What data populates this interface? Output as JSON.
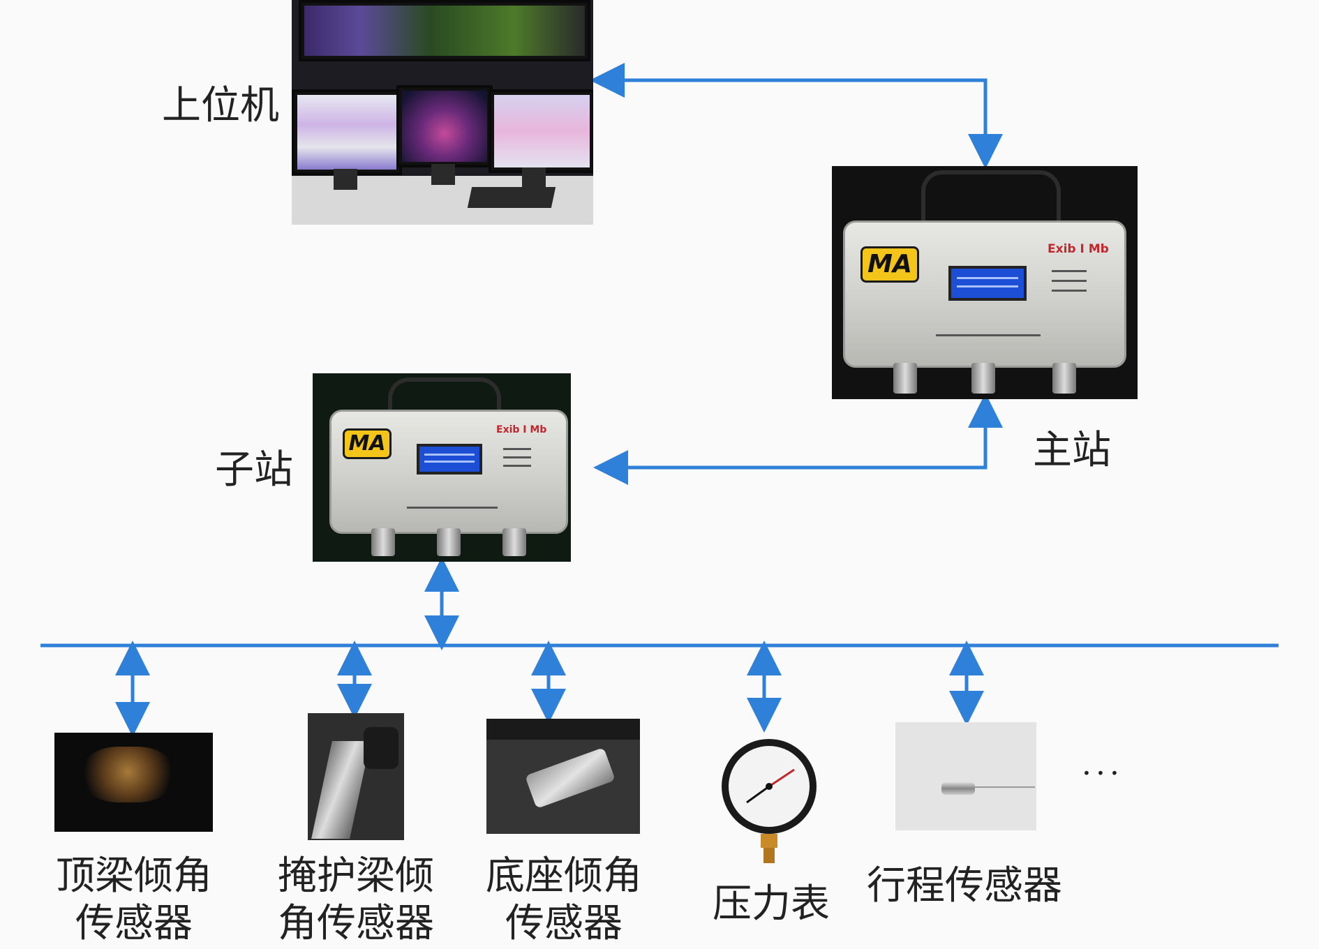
{
  "nodes": {
    "host": {
      "label": "上位机"
    },
    "main_station": {
      "label": "主站"
    },
    "sub_station": {
      "label": "子站"
    }
  },
  "device_badges": {
    "logo": "MA",
    "explosion_mark": "Exib I Mb"
  },
  "sensors": [
    {
      "label_line1": "顶梁倾角",
      "label_line2": "传感器"
    },
    {
      "label_line1": "掩护梁倾",
      "label_line2": "角传感器"
    },
    {
      "label_line1": "底座倾角",
      "label_line2": "传感器"
    },
    {
      "label_line1": "压力表",
      "label_line2": ""
    },
    {
      "label_line1": "行程传感器",
      "label_line2": ""
    }
  ],
  "ellipsis": "···",
  "colors": {
    "link": "#2f80d8",
    "bus": "#2f80d8",
    "label": "#222222"
  }
}
